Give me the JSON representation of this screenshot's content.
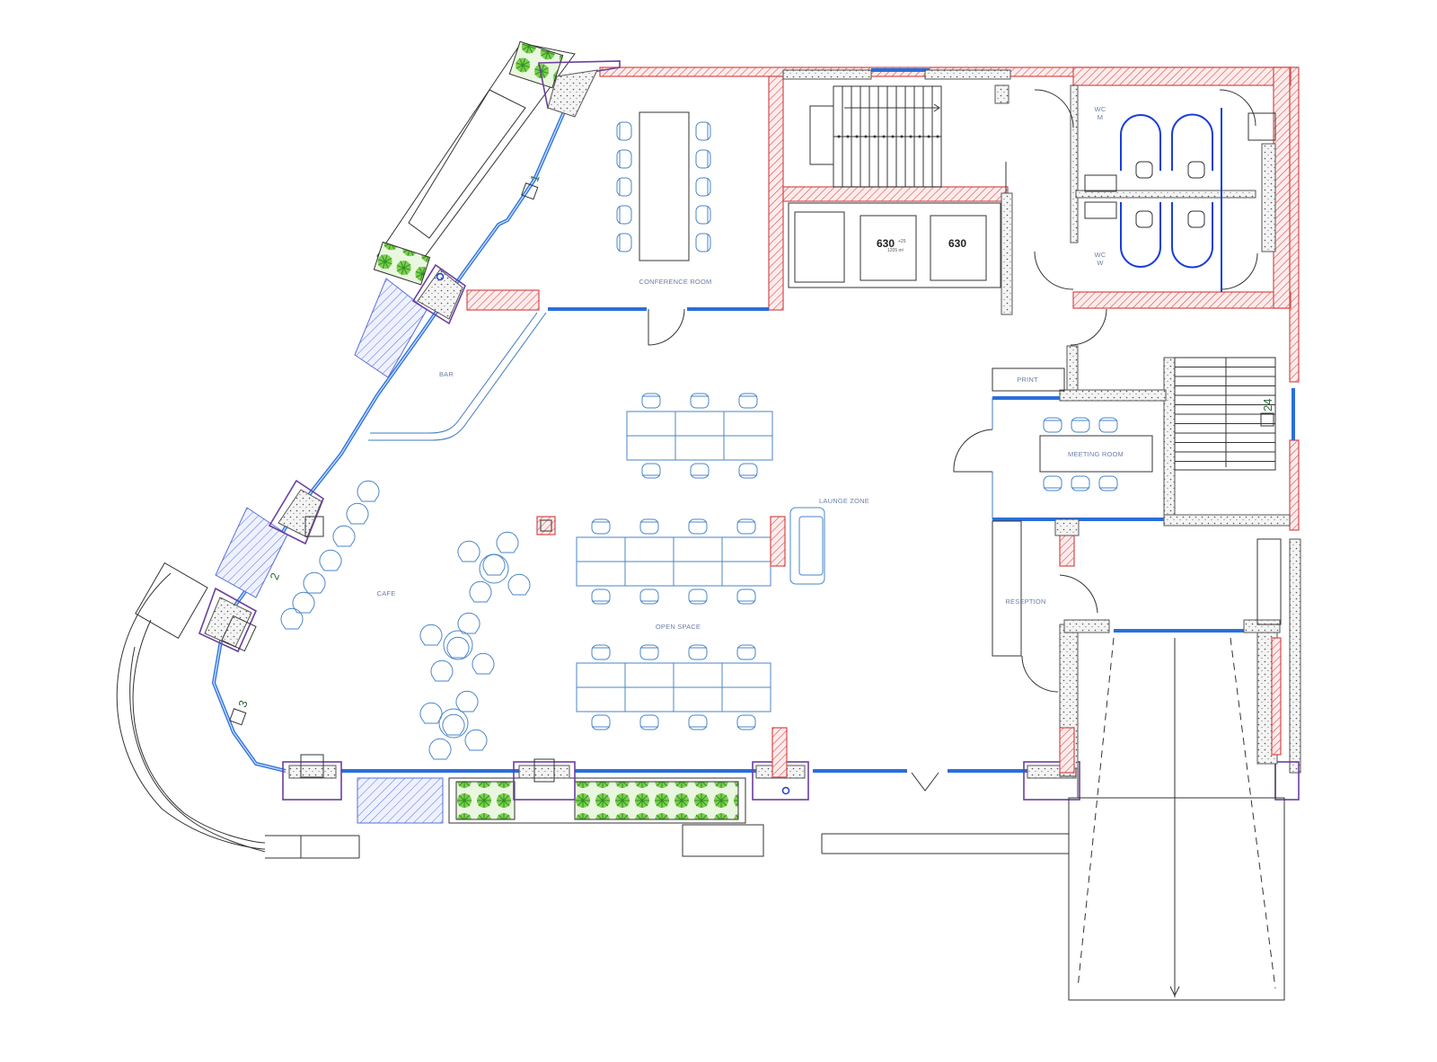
{
  "rooms": {
    "conference": "CONFERENCE ROOM",
    "bar": "BAR",
    "cafe": "CAFE",
    "open_space": "OPEN SPACE",
    "lounge": "LAUNGE ZONE",
    "meeting": "MEETING ROOM",
    "print": "PRINT",
    "reception": "RESEPTION",
    "wc_m": "WC\nM",
    "wc_m_1": "WC",
    "wc_m_2": "M",
    "wc_w_1": "WC",
    "wc_w_2": "W"
  },
  "elevators": {
    "left": "630",
    "right": "630",
    "left_note_1": "+25",
    "left_note_2": "1205 m²"
  },
  "axes": {
    "a1": "1",
    "a2": "2",
    "a3": "3",
    "a24": "24"
  },
  "colors": {
    "wall_red": "#d64b4b",
    "glass": "#2a6fdb",
    "furniture": "#4a86c8",
    "planter": "#5bbf3a"
  }
}
